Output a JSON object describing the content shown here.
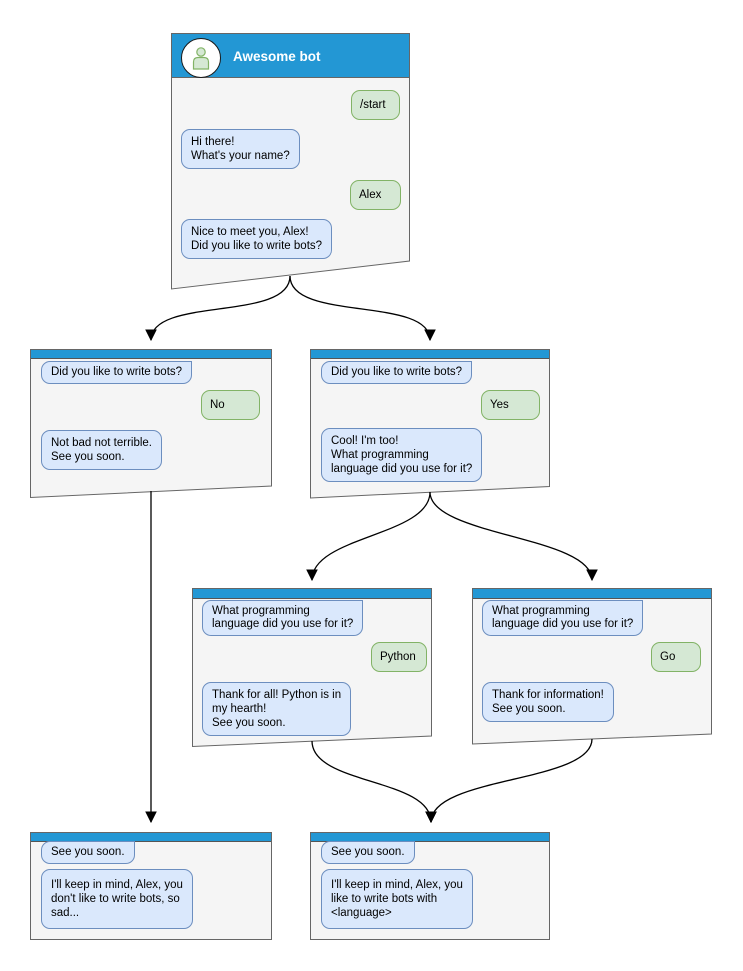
{
  "colors": {
    "header_blue": "#2397d4",
    "panel_bg": "#f5f5f5",
    "panel_border": "#666666",
    "bot_bubble_bg": "#dae8fc",
    "bot_bubble_border": "#6c8ebf",
    "user_bubble_bg": "#d5e8d4",
    "user_bubble_border": "#82b366",
    "arrow": "#000000",
    "avatar_person_fill": "#d5e8d4",
    "avatar_person_stroke": "#82b366"
  },
  "main_window": {
    "title": "Awesome bot",
    "messages": [
      {
        "from": "user",
        "text": "/start"
      },
      {
        "from": "bot",
        "text": "Hi there!\nWhat's your name?"
      },
      {
        "from": "user",
        "text": "Alex"
      },
      {
        "from": "bot",
        "text": "Nice to meet you, Alex!\nDid you like to write bots?"
      }
    ]
  },
  "panels": {
    "no": {
      "echo": "Did you like to write bots?",
      "user": "No",
      "bot": "Not bad not terrible.\nSee you soon."
    },
    "yes": {
      "echo": "Did you like to write bots?",
      "user": "Yes",
      "bot": "Cool! I'm too!\nWhat programming\nlanguage did you use for it?"
    },
    "python": {
      "echo": "What programming\nlanguage did you use for it?",
      "user": "Python",
      "bot": "Thank for all! Python is in\nmy hearth!\nSee you soon."
    },
    "go": {
      "echo": "What programming\nlanguage did you use for it?",
      "user": "Go",
      "bot": "Thank for information!\nSee you soon."
    },
    "end_no": {
      "echo": "See you soon.",
      "bot": "I'll keep in mind, Alex, you\ndon't like to write bots, so\nsad..."
    },
    "end_yes": {
      "echo": "See you soon.",
      "bot": "I'll keep in mind, Alex, you\nlike to write bots with\n<language>"
    }
  },
  "edges": [
    {
      "from": "main-window",
      "to": "panel-no"
    },
    {
      "from": "main-window",
      "to": "panel-yes"
    },
    {
      "from": "panel-no",
      "to": "panel-end-no"
    },
    {
      "from": "panel-yes",
      "to": "panel-python"
    },
    {
      "from": "panel-yes",
      "to": "panel-go"
    },
    {
      "from": "panel-python",
      "to": "panel-end-yes"
    },
    {
      "from": "panel-go",
      "to": "panel-end-yes"
    }
  ]
}
